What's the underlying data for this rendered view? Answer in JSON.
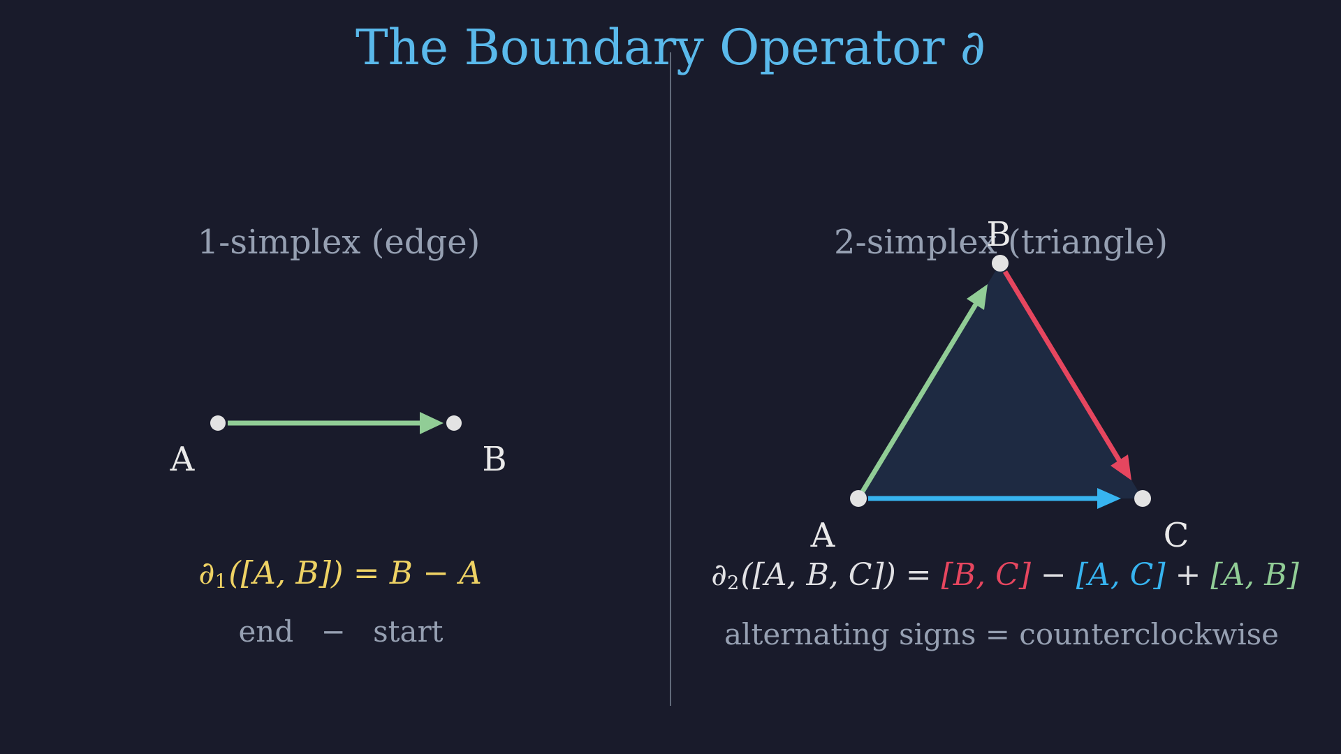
{
  "title": "The Boundary Operator ∂",
  "colors": {
    "background": "#191b2b",
    "title": "#5ab9eb",
    "muted_text": "#96a0b2",
    "vertex_label": "#eaeaea",
    "vertex_dot": "#e3e3e3",
    "yellow": "#eed264",
    "green": "#91cd96",
    "red": "#e6465f",
    "blue": "#37b4f0",
    "triangle_fill": "#1e2a42",
    "divider": "#6e7888"
  },
  "left_panel": {
    "heading": "1-simplex (edge)",
    "vertices": [
      {
        "label": "A"
      },
      {
        "label": "B"
      }
    ],
    "formula_parts": [
      {
        "text": "∂",
        "color": "#eed264"
      },
      {
        "text": "1",
        "color": "#eed264",
        "sub": true
      },
      {
        "text": "([A, B]) = B − A",
        "color": "#eed264"
      }
    ],
    "caption": "end − start"
  },
  "right_panel": {
    "heading": "2-simplex (triangle)",
    "vertices": [
      {
        "label": "A"
      },
      {
        "label": "B"
      },
      {
        "label": "C"
      }
    ],
    "formula_parts": [
      {
        "text": "∂",
        "color": "#e1e1e4"
      },
      {
        "text": "2",
        "color": "#e1e1e4",
        "sub": true
      },
      {
        "text": "([A, B, C]) = ",
        "color": "#e1e1e4"
      },
      {
        "text": "[B, C]",
        "color": "#e6465f"
      },
      {
        "text": " − ",
        "color": "#e1e1e4"
      },
      {
        "text": "[A, C]",
        "color": "#37b4f0"
      },
      {
        "text": " + ",
        "color": "#e1e1e4"
      },
      {
        "text": "[A, B]",
        "color": "#91cd96"
      }
    ],
    "caption": "alternating signs = counterclockwise"
  }
}
